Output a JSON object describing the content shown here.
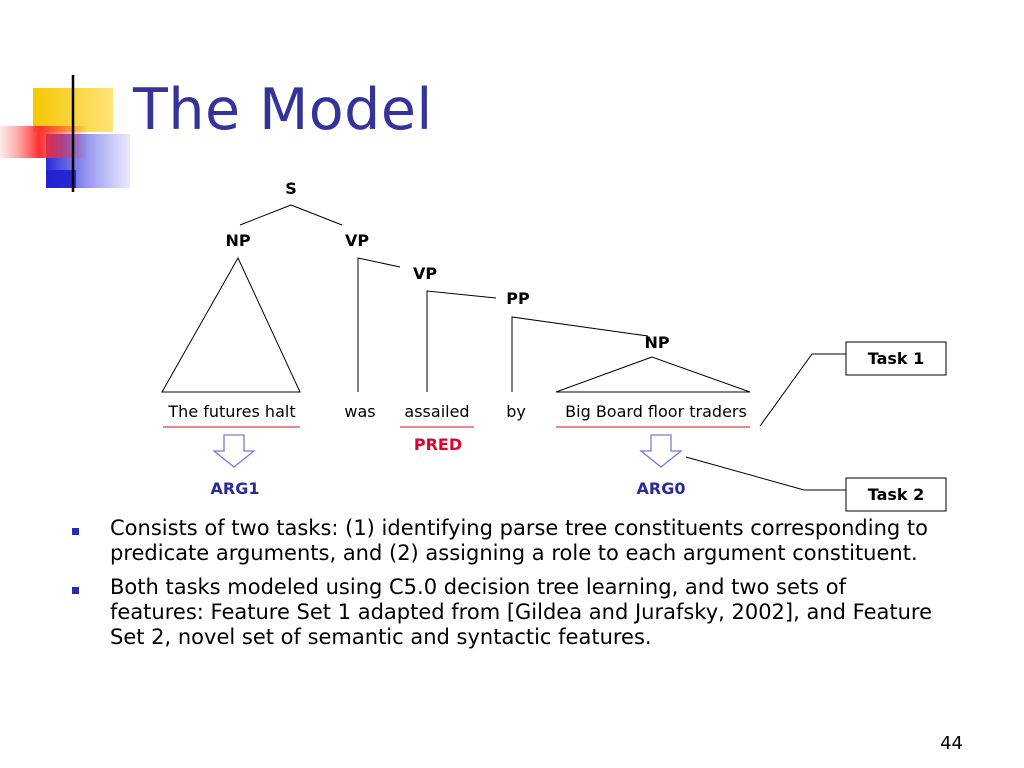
{
  "title": "The Model",
  "tree": {
    "nodes": {
      "s": "S",
      "np_left": "NP",
      "vp_top": "VP",
      "vp_mid": "VP",
      "pp": "PP",
      "np_right": "NP"
    },
    "leaves": {
      "futures_halt": "The futures halt",
      "was": "was",
      "assailed": "assailed",
      "by": "by",
      "big_board": "Big Board floor traders"
    },
    "pred_label": "PRED",
    "args": {
      "arg1": "ARG1",
      "arg0": "ARG0"
    },
    "tasks": {
      "task1": "Task 1",
      "task2": "Task 2"
    }
  },
  "bullets": [
    "Consists of two tasks: (1) identifying parse tree constituents corresponding to predicate arguments, and (2) assigning a role to each argument constituent.",
    "Both tasks modeled using C5.0 decision tree learning, and two sets of features: Feature Set 1 adapted from [Gildea and Jurafsky, 2002], and Feature Set 2, novel set of semantic and syntactic features."
  ],
  "page_number": "44",
  "colors": {
    "title": "#33339a",
    "pred": "#e4002b",
    "arg": "#2a2a98",
    "underline": "#e04040",
    "arrow": "#7a7ad8"
  }
}
